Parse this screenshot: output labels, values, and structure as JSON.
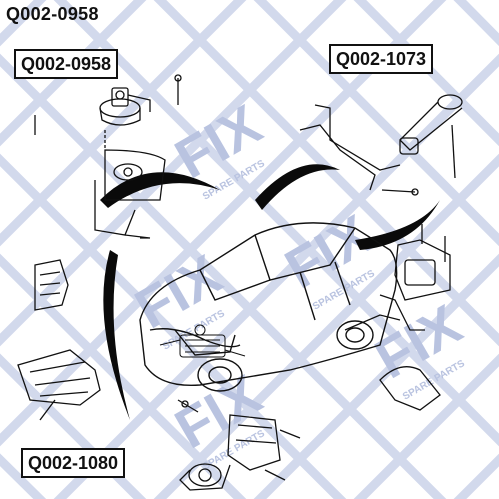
{
  "header": {
    "part_number": "Q002-0958"
  },
  "callouts": [
    {
      "id": "front-mount",
      "label": "Q002-0958"
    },
    {
      "id": "rear-mount",
      "label": "Q002-1073"
    },
    {
      "id": "lower-mount",
      "label": "Q002-1080"
    }
  ],
  "watermark": {
    "text": "FIX",
    "subtext": "SPARE PARTS"
  },
  "colors": {
    "ink": "#111111",
    "watermark": "#c7d0e8",
    "swoosh": "#0a0a0a"
  }
}
